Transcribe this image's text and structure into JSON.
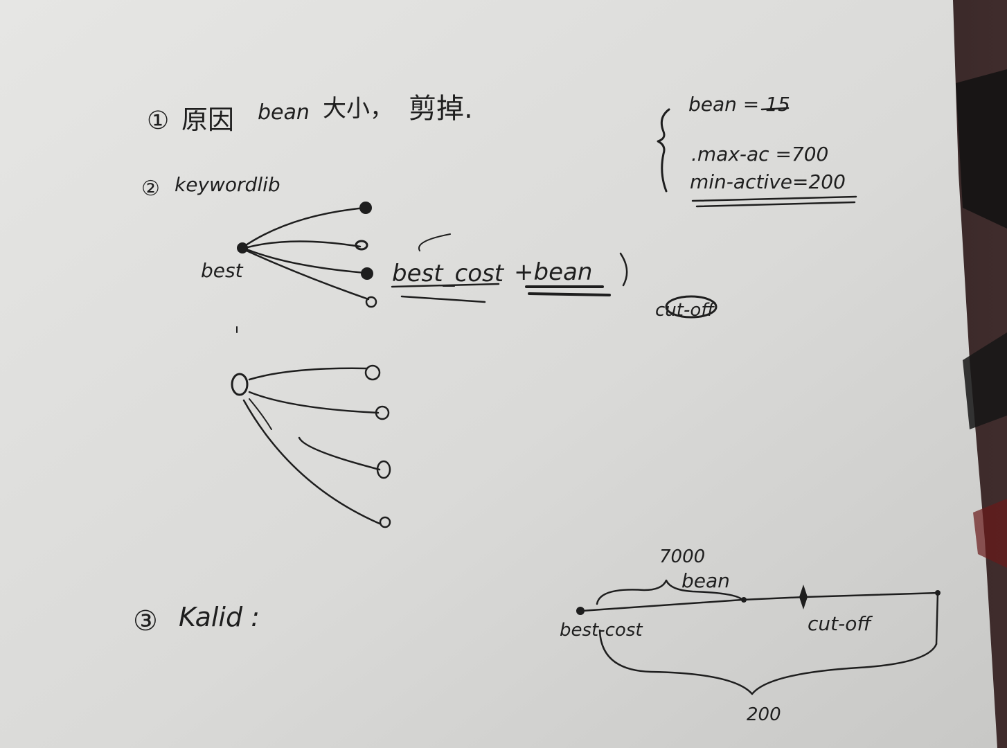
{
  "note": {
    "line1": {
      "marker": "①",
      "text_a": "原因",
      "text_b": "bean",
      "text_c": "大小，",
      "text_d": "剪掉."
    },
    "line2": {
      "marker": "②",
      "text": "keywordlib"
    },
    "line3": {
      "marker": "③",
      "text": "Kalid :"
    },
    "params": {
      "beam": "bean = 15",
      "max_active": ".max-ac =700",
      "min_active": "min-active=200"
    },
    "tree": {
      "root_label": "best",
      "formula_best": "best_cost",
      "formula_plus": "+bean",
      "cutoff": "cut-off"
    },
    "range_diagram": {
      "top_value": "7000",
      "top_label": "bean",
      "left_label": "best-cost",
      "right_label": "cut-off",
      "bottom_value": "200"
    }
  },
  "colors": {
    "ink": "#1e1e1e",
    "paper": "#dcdcda",
    "background": "#2a2a2a"
  }
}
